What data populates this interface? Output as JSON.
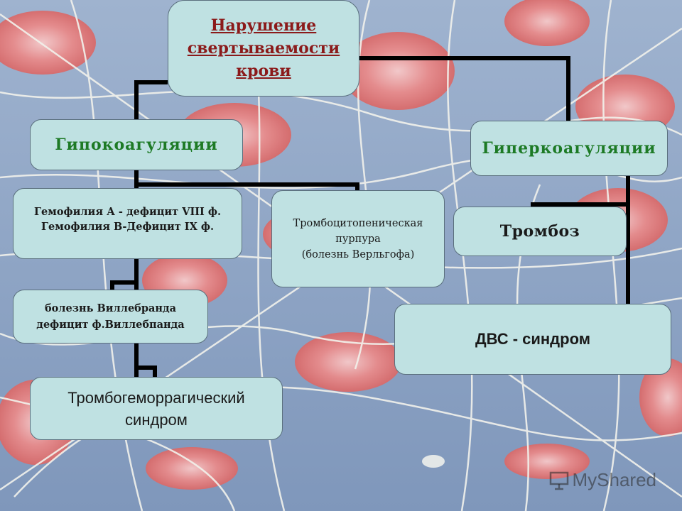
{
  "diagram": {
    "root": {
      "lines": [
        "Нарушение",
        "свертываемости",
        "крови"
      ]
    },
    "hypocoagulation": "Гипокоагуляции",
    "hypercoagulation": "Гиперкоагуляции",
    "hemophilia": "Гемофилия А - дефицит VIII ф.\nГемофилия В-Дефицит IX ф.",
    "purpura": "Тромбоцитопеническая\nпурпура\n(болезнь Верльгофа)",
    "thrombosis": "Тромбоз",
    "willebrand": "болезнь Виллебранда\nдефицит ф.Виллебпанда",
    "dic": "ДВС - синдром",
    "thrombohemorrhagic": "Тромбогеморрагический\nсиндром"
  },
  "watermark": {
    "text": "MyShared"
  },
  "colors": {
    "box_fill": "#bfe1e2",
    "root_text": "#8b1a1a",
    "green_text": "#1d7a25",
    "connector": "#000000"
  }
}
